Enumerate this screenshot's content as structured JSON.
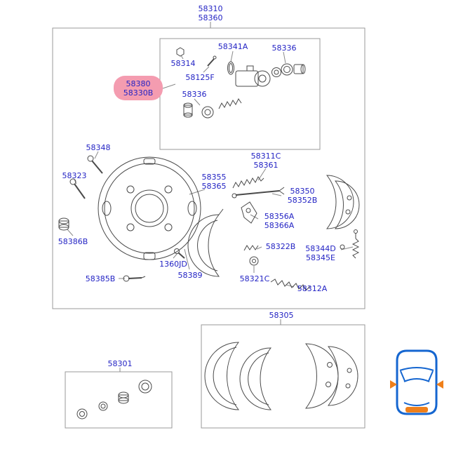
{
  "colors": {
    "label_text": "#2323c4",
    "highlight_bg": "#f49cb0",
    "line": "#4a4a4a",
    "leader": "#8a8a8a",
    "box_border": "#999999",
    "car_blue": "#1566d0",
    "car_orange": "#ef7f1a"
  },
  "labels": {
    "assembly": {
      "line1": "58310",
      "line2": "58360"
    },
    "nut": "58314",
    "oring": "58341A",
    "piston_top": "58336",
    "bleeder": "58125F",
    "wheel_cylinder": {
      "line1": "58380",
      "line2": "58330B"
    },
    "cups": "58336",
    "bolt_upper": "58348",
    "bolt_left": "58323",
    "plate": {
      "line1": "58355",
      "line2": "58365"
    },
    "adjuster": {
      "line1": "58311C",
      "line2": "58361"
    },
    "adjuster_assy": {
      "line1": "58350",
      "line2": "58352B"
    },
    "lever": {
      "line1": "58356A",
      "line2": "58366A"
    },
    "plug": "58386B",
    "spring_small": "58322B",
    "holddown": {
      "line1": "58344D",
      "line2": "58345E"
    },
    "bolt_1360": "1360JD",
    "stopper": "58389",
    "screw": "58385B",
    "nut_adj": "58321C",
    "spring_return": "58312A",
    "shoe_kit": "58305",
    "cylinder_kit": "58301"
  }
}
